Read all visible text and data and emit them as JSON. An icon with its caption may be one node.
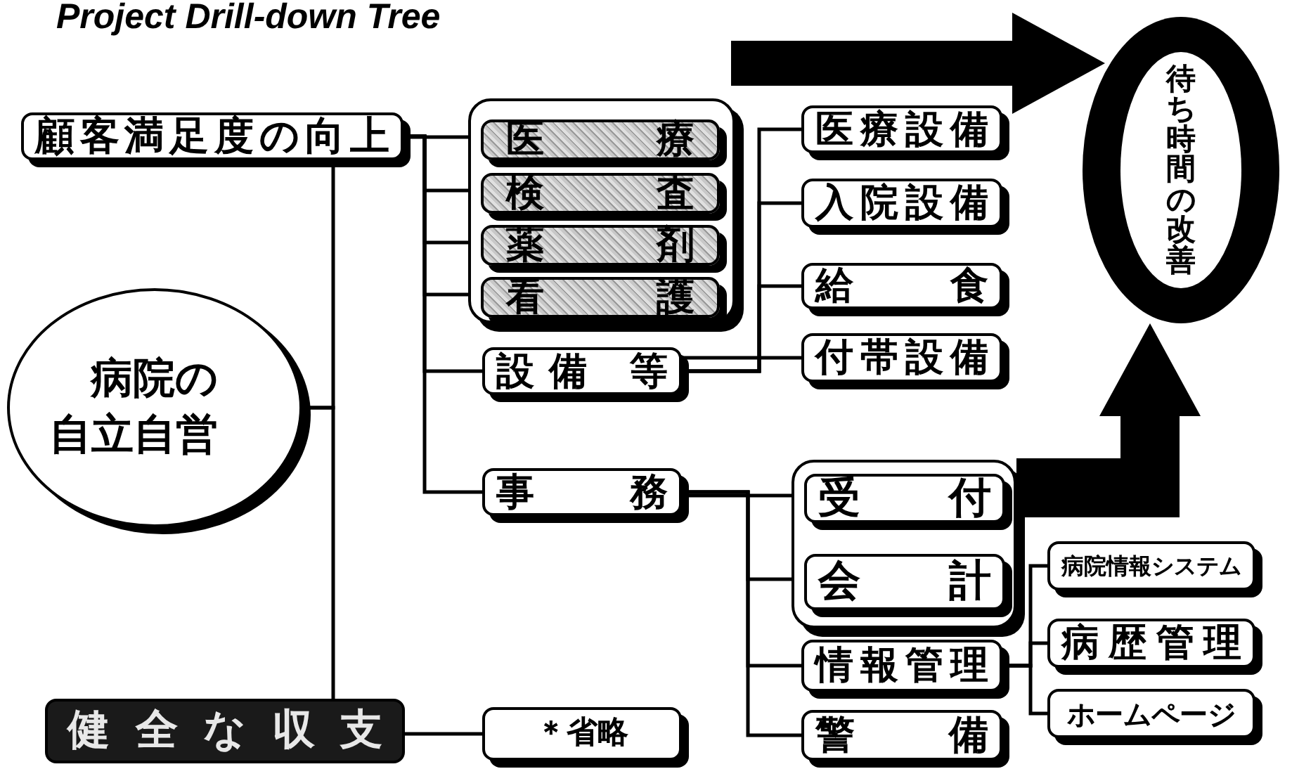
{
  "diagram": {
    "title": "Project Drill-down Tree",
    "nodes": [
      {
        "text": [
          "病院の自立自営"
        ]
      },
      {
        "text": [
          "顧客満足度の向上"
        ]
      },
      {
        "text": [],
        "shape": "box"
      },
      {
        "text": [
          "医 療"
        ],
        "in": 2
      },
      {
        "text": [
          "検 査"
        ],
        "in": 2
      },
      {
        "text": [
          "薬 剤"
        ],
        "in": 2
      },
      {
        "text": [
          "看 護"
        ],
        "in": 2
      },
      {
        "text": [
          "設備 等"
        ]
      },
      {
        "text": [
          "医療設備"
        ]
      },
      {
        "text": [
          "入院設備"
        ]
      },
      {
        "text": [
          "給 食"
        ]
      },
      {
        "text": [
          "付帯設備"
        ]
      },
      {
        "text": [
          "事 務"
        ]
      },
      {
        "text": [],
        "shape": "box"
      },
      {
        "text": [
          "受 付"
        ],
        "in": 13
      },
      {
        "text": [
          "会 計"
        ],
        "in": 13
      },
      {
        "text": [
          "情報管理"
        ]
      },
      {
        "text": [
          "警 備"
        ]
      },
      {
        "text": [
          "病院情報システム"
        ]
      },
      {
        "text": [
          "病歴管理"
        ]
      },
      {
        "text": [
          "ホームページ"
        ]
      },
      {
        "text": [
          "健全な収支"
        ]
      },
      {
        "text": [
          "＊省略"
        ]
      },
      {
        "text": [
          "待ち時間の改善"
        ]
      }
    ],
    "edges": [
      {
        "from": 0,
        "to": 1,
        "arrow": "none"
      },
      {
        "from": 0,
        "to": 21,
        "arrow": "none"
      },
      {
        "from": 1,
        "to": 3,
        "arrow": "none"
      },
      {
        "from": 1,
        "to": 4,
        "arrow": "none"
      },
      {
        "from": 1,
        "to": 5,
        "arrow": "none"
      },
      {
        "from": 1,
        "to": 6,
        "arrow": "none"
      },
      {
        "from": 1,
        "to": 7,
        "arrow": "none"
      },
      {
        "from": 1,
        "to": 12,
        "arrow": "none"
      },
      {
        "from": 7,
        "to": 8,
        "arrow": "none"
      },
      {
        "from": 7,
        "to": 9,
        "arrow": "none"
      },
      {
        "from": 7,
        "to": 10,
        "arrow": "none"
      },
      {
        "from": 7,
        "to": 11,
        "arrow": "none"
      },
      {
        "from": 12,
        "to": 14,
        "arrow": "none"
      },
      {
        "from": 12,
        "to": 15,
        "arrow": "none"
      },
      {
        "from": 12,
        "to": 16,
        "arrow": "none"
      },
      {
        "from": 12,
        "to": 17,
        "arrow": "none"
      },
      {
        "from": 16,
        "to": 18,
        "arrow": "none"
      },
      {
        "from": 16,
        "to": 19,
        "arrow": "none"
      },
      {
        "from": 16,
        "to": 20,
        "arrow": "none"
      },
      {
        "from": 21,
        "to": 22,
        "arrow": "none"
      },
      {
        "from": 2,
        "to": 23,
        "arrow": "to",
        "style": "thick"
      },
      {
        "from": 13,
        "to": 23,
        "arrow": "to",
        "style": "thick"
      }
    ]
  }
}
